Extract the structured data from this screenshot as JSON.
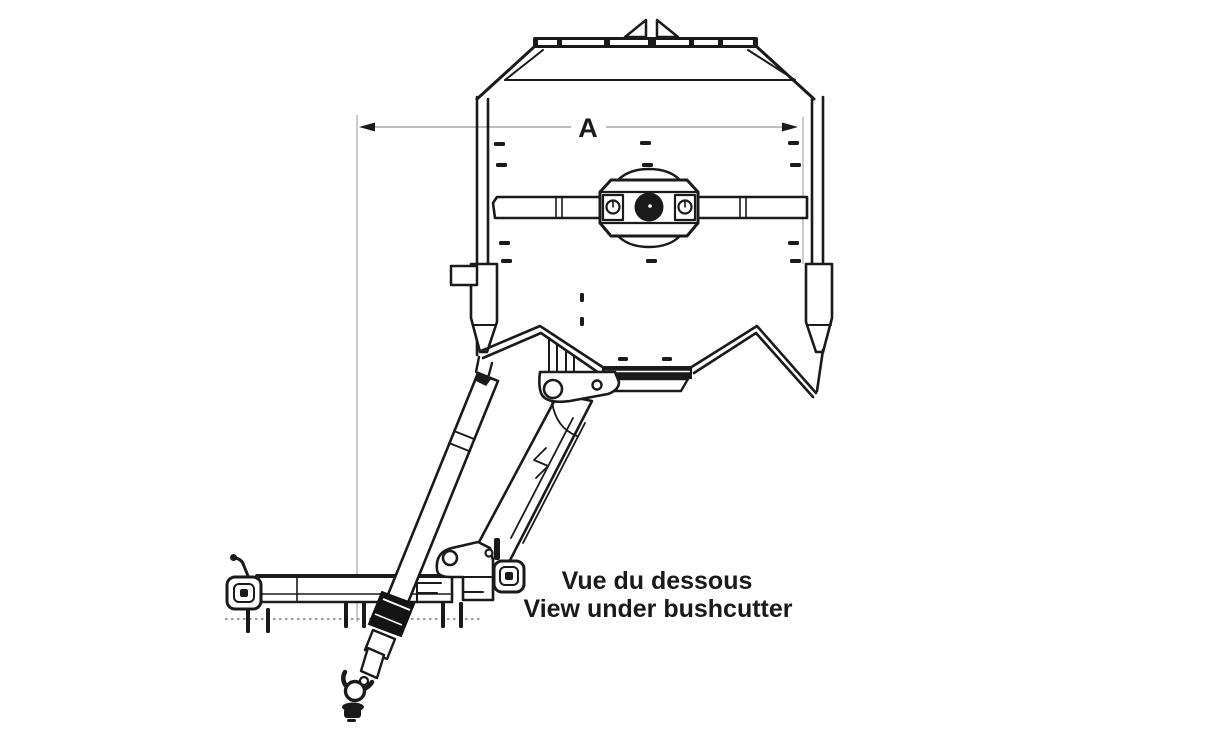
{
  "figure": {
    "dimension_label": "A",
    "caption_fr": "Vue du dessous",
    "caption_en": "View under bushcutter"
  },
  "colors": {
    "line": "#1a1a1a",
    "dim": "#a8a8a8",
    "ground": "#9e98a4",
    "bg": "#ffffff"
  }
}
